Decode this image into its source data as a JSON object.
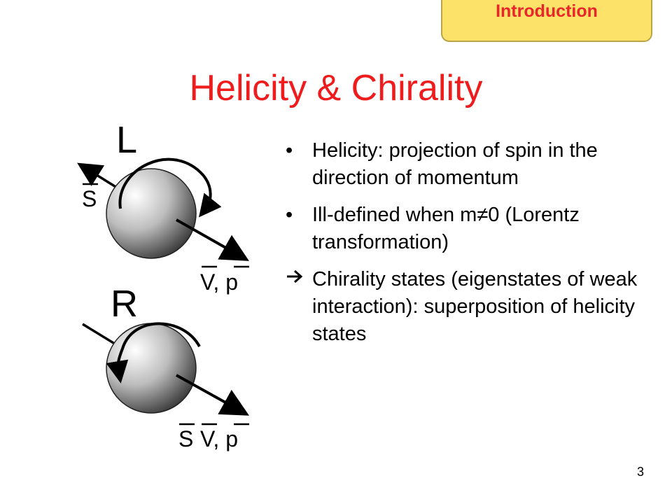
{
  "header": {
    "tab_label": "Introduction"
  },
  "slide": {
    "title": "Helicity & Chirality",
    "page_number": "3"
  },
  "diagram": {
    "left_label": "L",
    "right_label": "R",
    "spin_label": "S",
    "velocity_momentum_label": "V, p",
    "bottom_spin_label": "S",
    "bottom_velocity_momentum_label": "V, p"
  },
  "bullets": [
    {
      "marker": "•",
      "text": "Helicity: projection of spin in the direction of momentum"
    },
    {
      "marker": "•",
      "text": "Ill-defined when m≠0 (Lorentz transformation)"
    },
    {
      "marker": "",
      "text": "Chirality states (eigenstates of weak interaction): superposition of helicity states"
    }
  ]
}
